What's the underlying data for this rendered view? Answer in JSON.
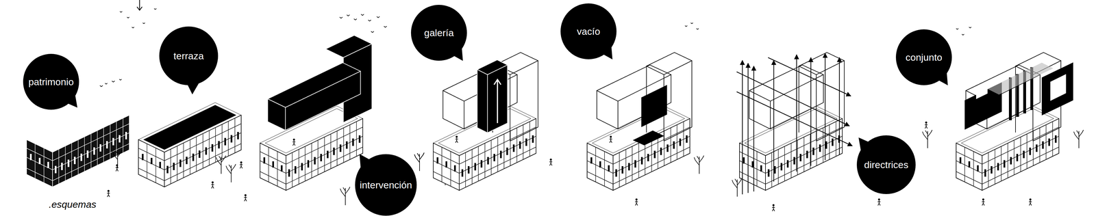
{
  "diagram": {
    "nodes": [
      {
        "text": [
          "patrimonio"
        ]
      },
      {
        "text": [
          "terraza"
        ]
      },
      {
        "text": [
          "intervención"
        ]
      },
      {
        "text": [
          "galería"
        ]
      },
      {
        "text": [
          "vacío"
        ]
      },
      {
        "text": [
          "directrices"
        ]
      },
      {
        "text": [
          "conjunto"
        ]
      }
    ],
    "labels": [
      ".esquemas"
    ]
  }
}
